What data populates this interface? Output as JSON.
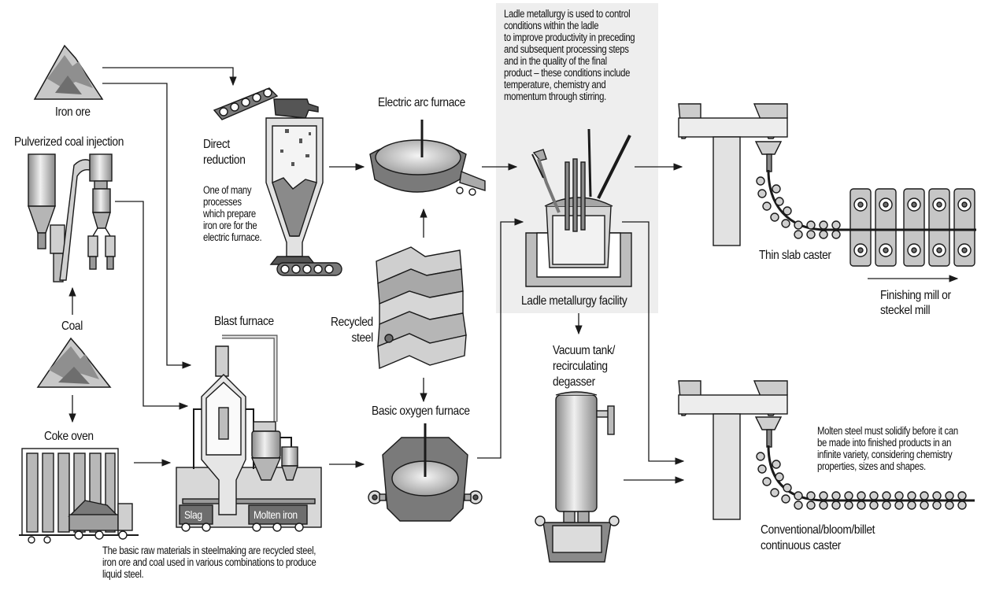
{
  "diagram": {
    "labels": {
      "iron_ore": "Iron ore",
      "pulverized_coal_injection": "Pulverized coal injection",
      "coal": "Coal",
      "coke_oven": "Coke oven",
      "direct_reduction": "Direct\nreduction",
      "direct_reduction_note": "One of many\nprocesses\nwhich prepare\niron ore for the\nelectric furnace.",
      "blast_furnace": "Blast furnace",
      "slag": "Slag",
      "molten_iron": "Molten iron",
      "electric_arc_furnace": "Electric arc furnace",
      "recycled_steel": "Recycled\nsteel",
      "basic_oxygen_furnace": "Basic oxygen furnace",
      "ladle_note": "Ladle metallurgy is used to control\nconditions within the ladle\nto improve productivity in preceding\nand subsequent processing steps\nand in the quality of the final\nproduct – these conditions include\ntemperature, chemistry and\nmomentum through stirring.",
      "ladle_facility": "Ladle metallurgy facility",
      "vacuum_tank": "Vacuum tank/\nrecirculating\ndegasser",
      "thin_slab_caster": "Thin slab caster",
      "finishing_mill": "Finishing mill or\nsteckel mill",
      "molten_note": "Molten steel must solidify before it can\nbe made into finished products in an\ninfinite variety, considering chemistry\nproperties, sizes and shapes.",
      "conventional_caster": "Conventional/bloom/billet\ncontinuous caster",
      "bottom_note": "The basic raw materials in steelmaking are recycled steel,\niron ore and coal used in various combinations to produce\nliquid steel."
    },
    "colors": {
      "line": "#1a1a1a",
      "light_gray": "#d9d9d9",
      "mid_gray": "#a8a8a8",
      "dark_gray": "#6e6e6e",
      "panel": "#eeeeee"
    }
  }
}
